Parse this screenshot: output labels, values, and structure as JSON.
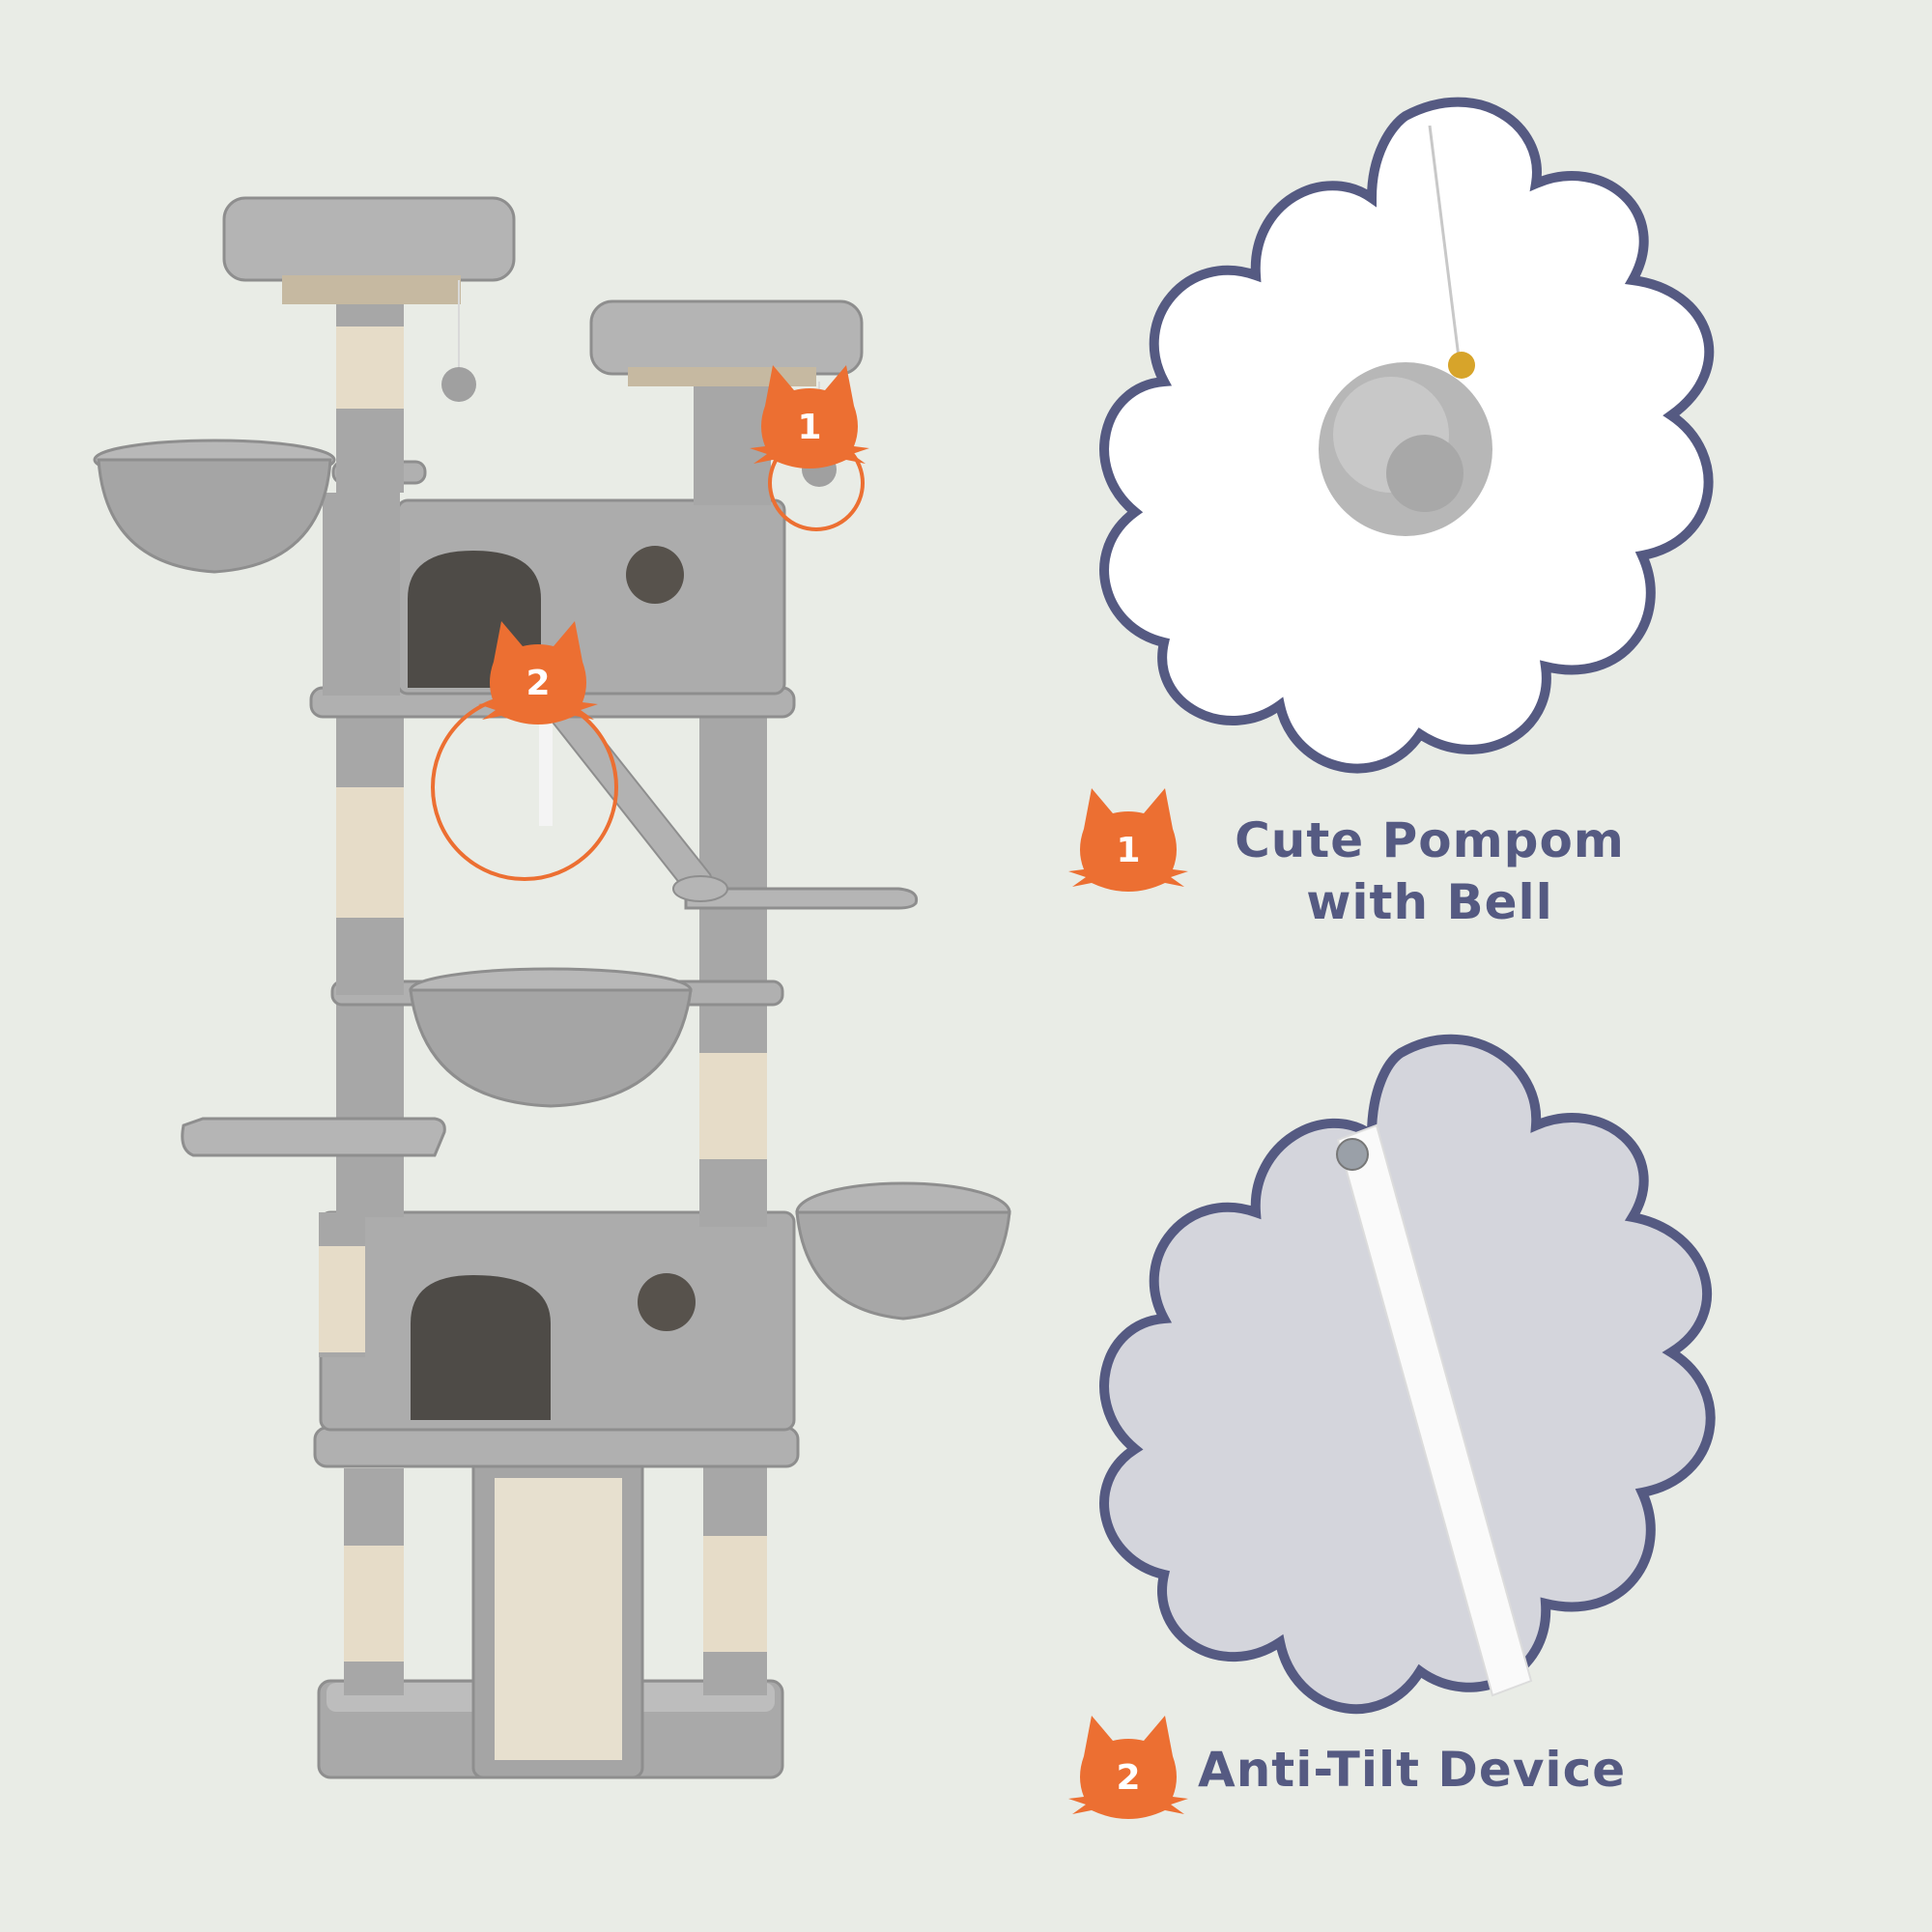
{
  "features": [
    {
      "number": "1",
      "title_line1": "Cute Pompom",
      "title_line2": "with Bell",
      "icon": "cat-head-icon"
    },
    {
      "number": "2",
      "title": "Anti-Tilt Device",
      "icon": "cat-head-icon"
    }
  ],
  "markers": [
    {
      "number": "1"
    },
    {
      "number": "2"
    }
  ],
  "colors": {
    "background": "#e9ece6",
    "accent_orange": "#ec6f32",
    "caption_navy": "#555a82",
    "frame_outline": "#555a82",
    "tree_gray": "#b4b4b4",
    "sisal": "#e6dcc8"
  }
}
